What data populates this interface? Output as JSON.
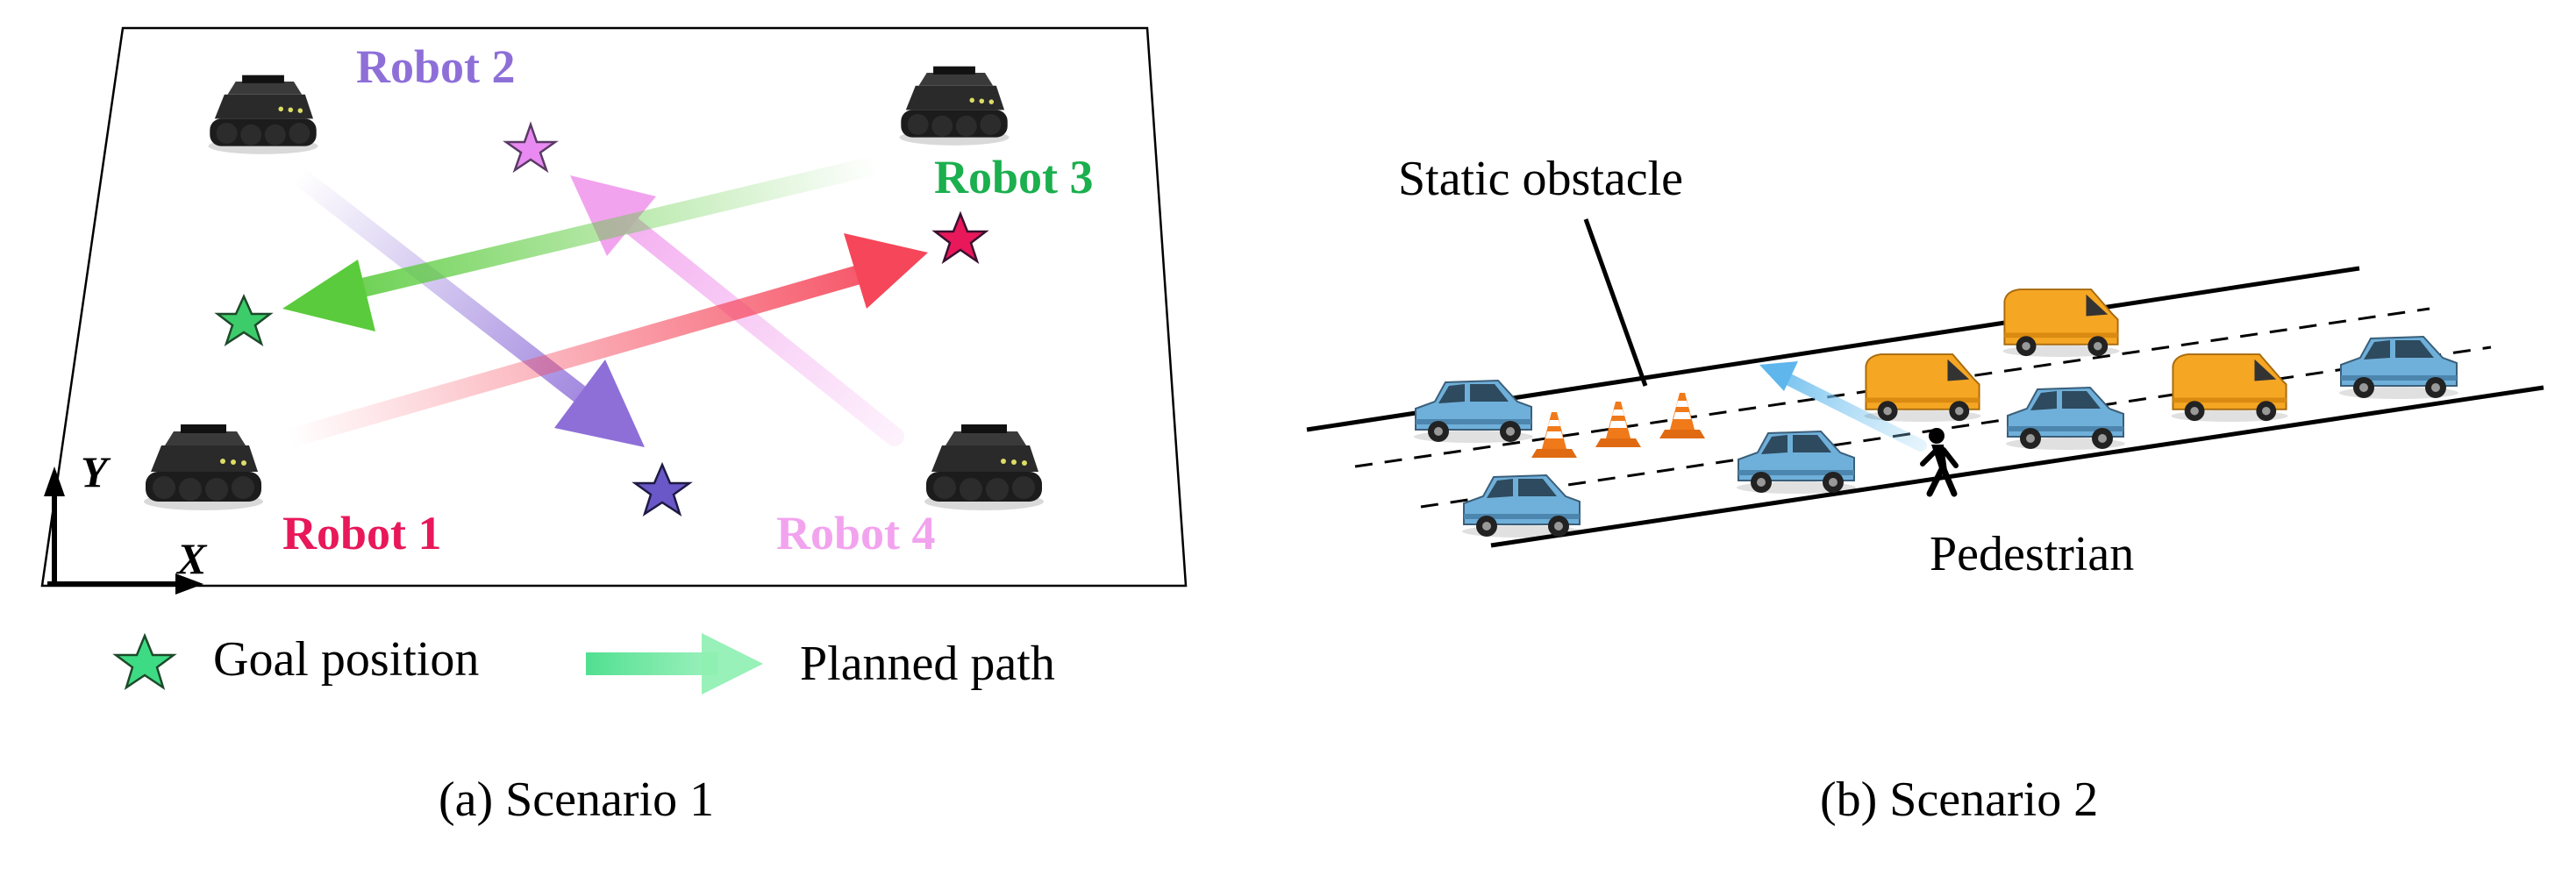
{
  "scenario1": {
    "robots": [
      {
        "label": "Robot 1",
        "color": "#E8185A"
      },
      {
        "label": "Robot 2",
        "color": "#8E6FD8"
      },
      {
        "label": "Robot 3",
        "color": "#1BAF4E"
      },
      {
        "label": "Robot 4",
        "color": "#F2A3EE"
      }
    ],
    "axis_y": "Y",
    "axis_x": "X",
    "legend": {
      "goal_label": "Goal position",
      "path_label": "Planned path",
      "goal_icon": "star-icon",
      "path_icon": "arrow-icon",
      "legend_color": "#3DDC84"
    },
    "caption": "(a) Scenario 1"
  },
  "scenario2": {
    "static_obstacle_label": "Static obstacle",
    "pedestrian_label": "Pedestrian",
    "caption": "(b) Scenario 2",
    "colors": {
      "blue_car": "#6FB0DA",
      "orange_van": "#F5A623",
      "cone": "#F07A1A",
      "pedestrian_path": "#8FD0F2"
    }
  }
}
